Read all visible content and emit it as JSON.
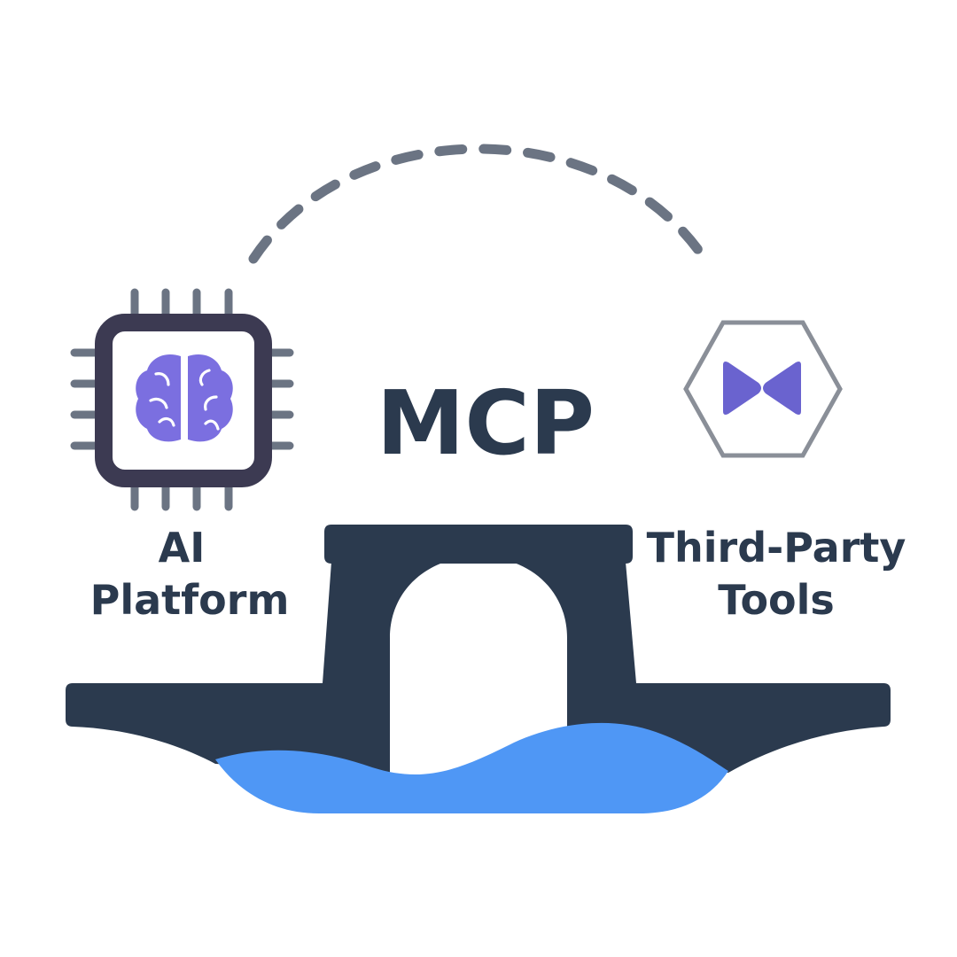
{
  "diagram": {
    "title": "MCP",
    "left_node": {
      "label_line1": "AI",
      "label_line2": "Platform",
      "icon": "brain-chip-icon"
    },
    "right_node": {
      "label_line1": "Third-Party",
      "label_line2": "Tools",
      "icon": "hexagon-tools-icon"
    },
    "connector": "dashed-arc",
    "base_illustration": "bridge-over-water"
  },
  "colors": {
    "dark": "#2b3a4e",
    "chip_outline": "#3c3a52",
    "pins": "#6b7483",
    "brain": "#7b6fe0",
    "hexagon": "#8a8f98",
    "bowtie": "#6a63cf",
    "water": "#4f97f5",
    "dash": "#6b7483"
  }
}
